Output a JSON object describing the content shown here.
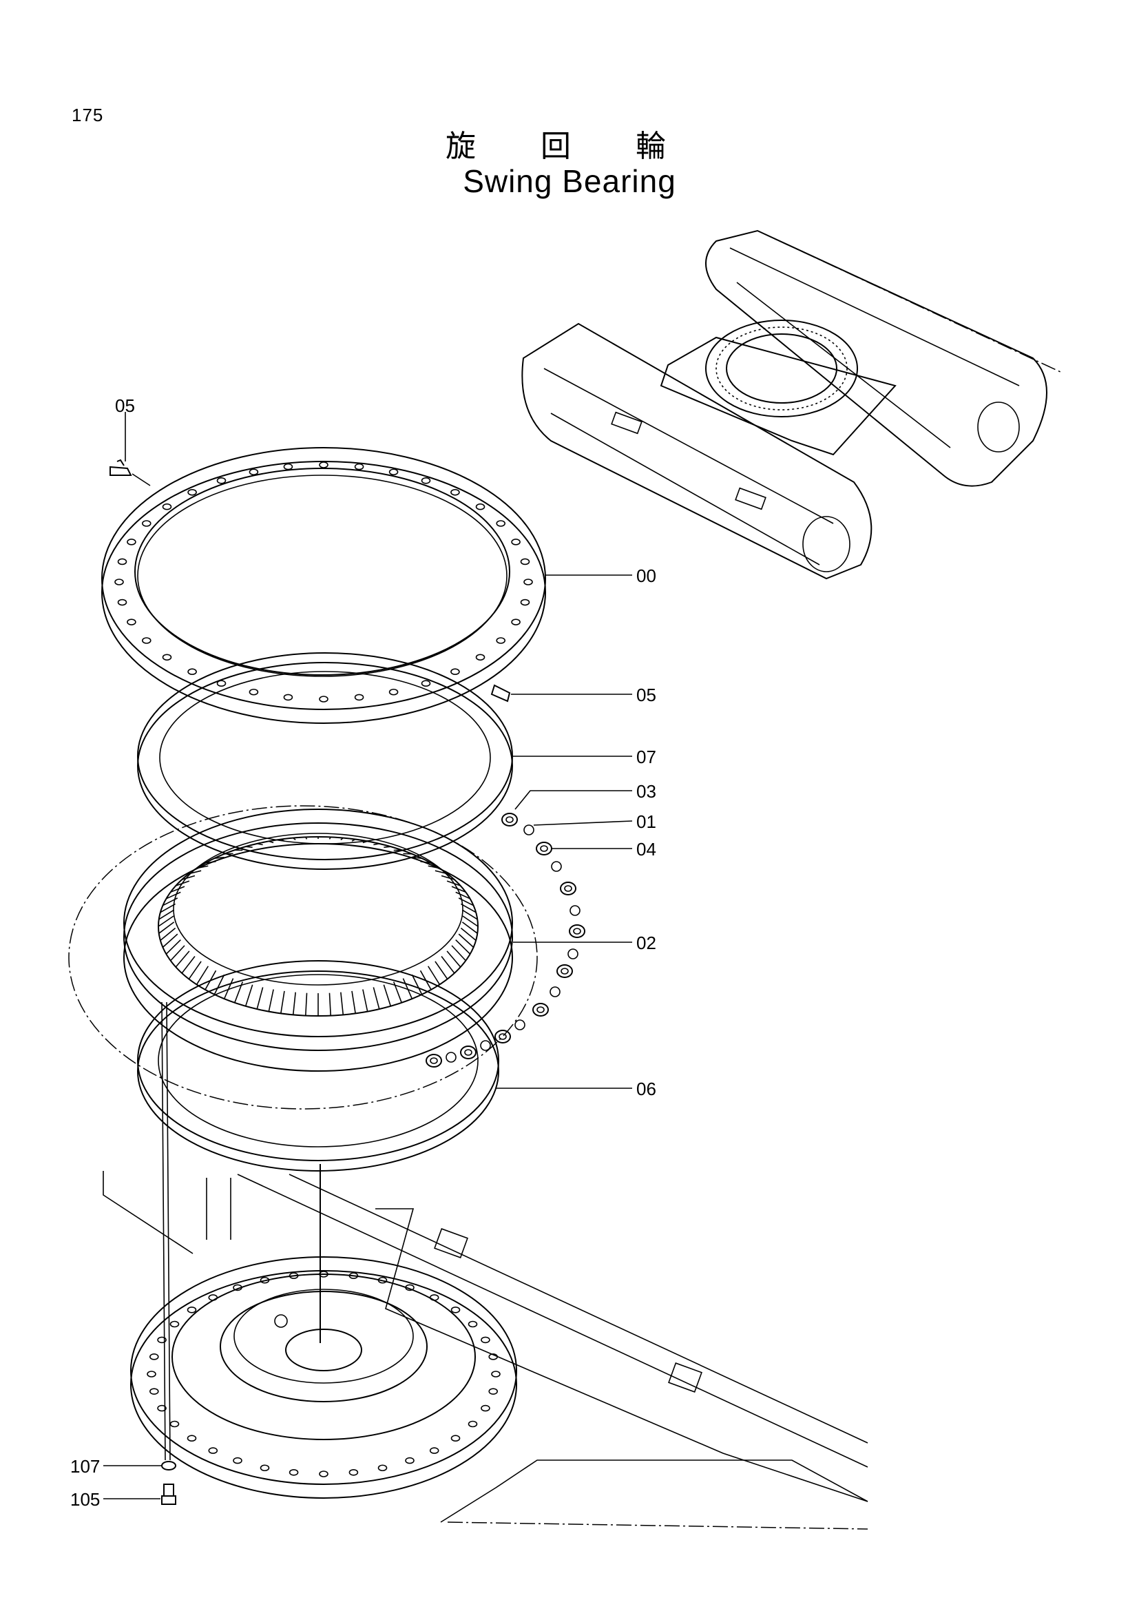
{
  "page_number": "175",
  "title_jp": "旋 回 輪",
  "title_en": "Swing Bearing",
  "callouts": {
    "c05_top": "05",
    "c00": "00",
    "c05_side": "05",
    "c07": "07",
    "c03": "03",
    "c01": "01",
    "c04": "04",
    "c02": "02",
    "c06": "06",
    "c107": "107",
    "c105": "105"
  }
}
